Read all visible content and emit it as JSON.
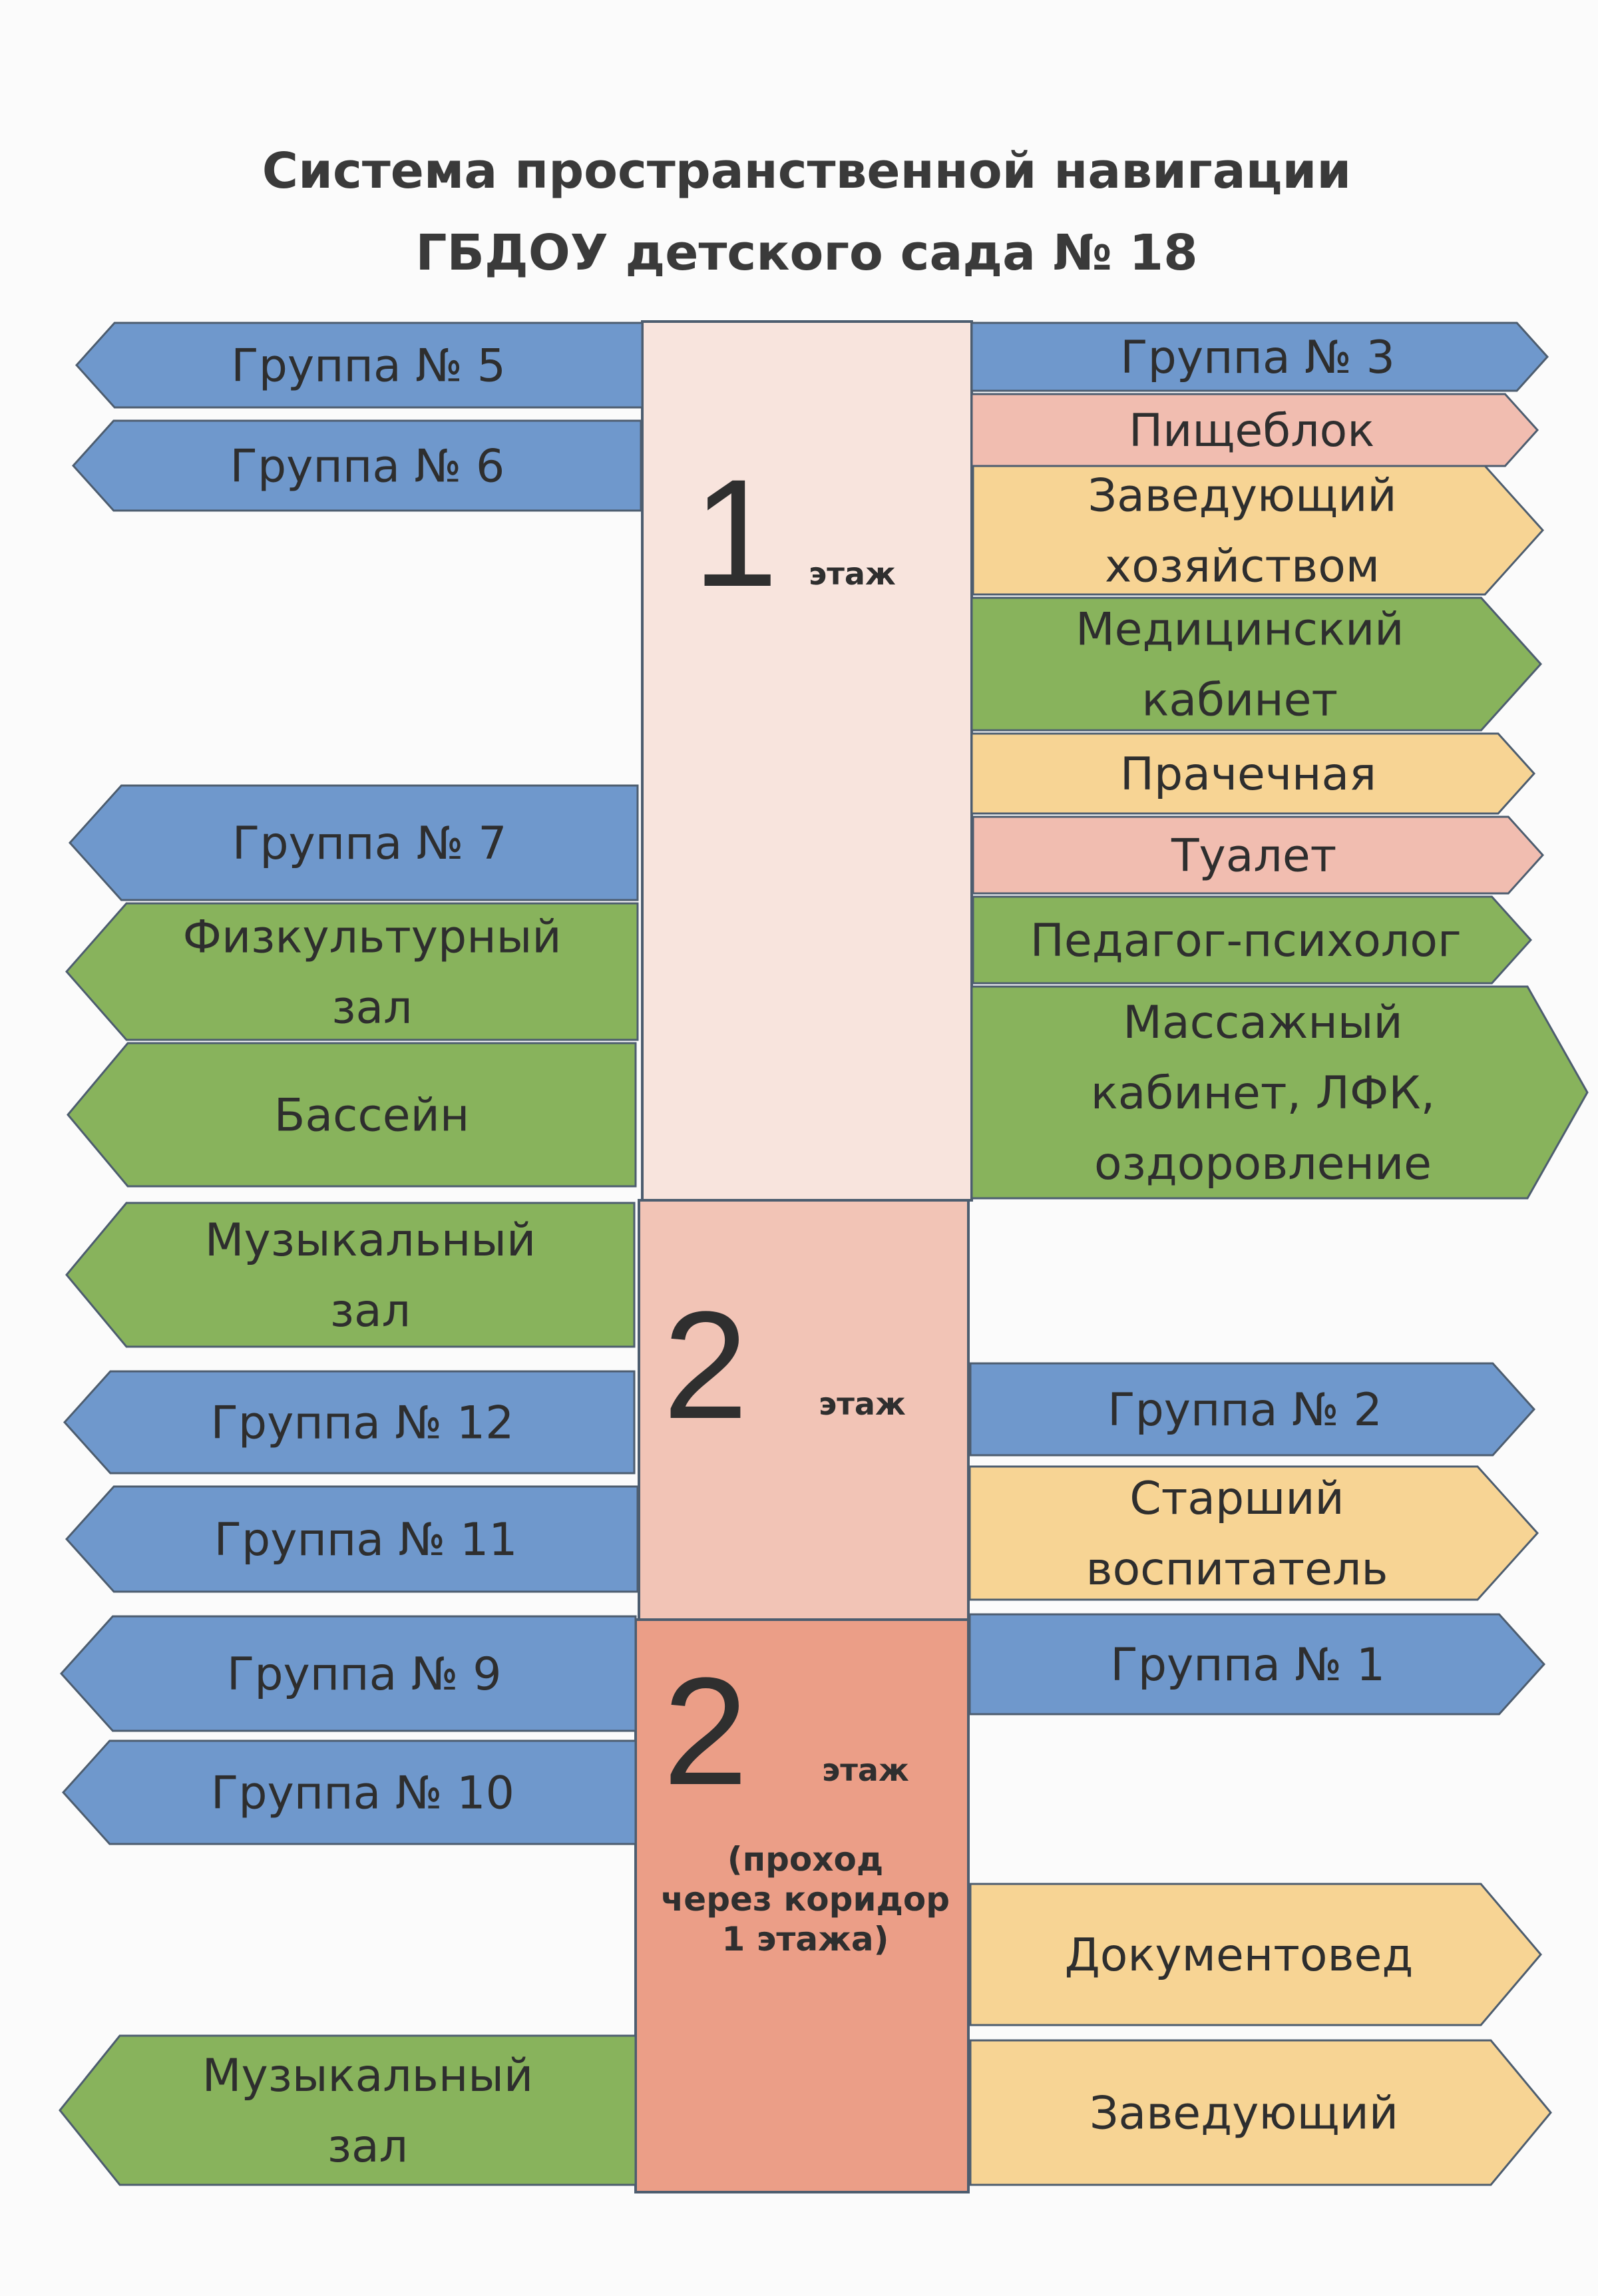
{
  "title": {
    "line1": "Система пространственной навигации",
    "line2": "ГБДОУ детского сада № 18"
  },
  "colors": {
    "group": "#6f98cc",
    "green": "#88b35c",
    "orange": "#f7d494",
    "pink": "#f1bdb0",
    "floor1": "#f8e4dd",
    "floor2": "#f2c4b6",
    "floor2b": "#eb9e87",
    "border": "#4d5d6f"
  },
  "floors": [
    {
      "id": "floor1",
      "number": "1",
      "word": "этаж",
      "note": []
    },
    {
      "id": "floor2",
      "number": "2",
      "word": "этаж",
      "note": []
    },
    {
      "id": "floor2b",
      "number": "2",
      "word": "этаж",
      "note": [
        "(проход",
        "через коридор",
        "1 этажа)"
      ]
    }
  ],
  "signs": [
    {
      "id": "group-5",
      "side": "left",
      "kind": "group",
      "lines": [
        "Группа № 5"
      ]
    },
    {
      "id": "group-6",
      "side": "left",
      "kind": "group",
      "lines": [
        "Группа № 6"
      ]
    },
    {
      "id": "group-7",
      "side": "left",
      "kind": "group",
      "lines": [
        "Группа № 7"
      ]
    },
    {
      "id": "gym",
      "side": "left",
      "kind": "green",
      "lines": [
        "Физкультурный",
        "зал"
      ]
    },
    {
      "id": "pool",
      "side": "left",
      "kind": "green",
      "lines": [
        "Бассейн"
      ]
    },
    {
      "id": "music-hall-1",
      "side": "left",
      "kind": "green",
      "lines": [
        "Музыкальный",
        "зал"
      ]
    },
    {
      "id": "group-12",
      "side": "left",
      "kind": "group",
      "lines": [
        "Группа № 12"
      ]
    },
    {
      "id": "group-11",
      "side": "left",
      "kind": "group",
      "lines": [
        "Группа № 11"
      ]
    },
    {
      "id": "group-9",
      "side": "left",
      "kind": "group",
      "lines": [
        "Группа № 9"
      ]
    },
    {
      "id": "group-10",
      "side": "left",
      "kind": "group",
      "lines": [
        "Группа № 10"
      ]
    },
    {
      "id": "music-hall-2",
      "side": "left",
      "kind": "green",
      "lines": [
        "Музыкальный",
        "зал"
      ]
    },
    {
      "id": "group-3",
      "side": "right",
      "kind": "group",
      "lines": [
        "Группа № 3"
      ]
    },
    {
      "id": "kitchen",
      "side": "right",
      "kind": "pink",
      "lines": [
        "Пищеблок"
      ]
    },
    {
      "id": "supply-manager",
      "side": "right",
      "kind": "orange",
      "lines": [
        "Заведующий",
        "хозяйством"
      ]
    },
    {
      "id": "medical-office",
      "side": "right",
      "kind": "green",
      "lines": [
        "Медицинский",
        "кабинет"
      ]
    },
    {
      "id": "laundry",
      "side": "right",
      "kind": "orange",
      "lines": [
        "Прачечная"
      ]
    },
    {
      "id": "toilet",
      "side": "right",
      "kind": "pink",
      "lines": [
        "Туалет"
      ]
    },
    {
      "id": "psychologist",
      "side": "right",
      "kind": "green",
      "lines": [
        "Педагог-психолог"
      ]
    },
    {
      "id": "massage",
      "side": "right",
      "kind": "green",
      "lines": [
        "Массажный",
        "кабинет, ЛФК,",
        "оздоровление"
      ]
    },
    {
      "id": "group-2",
      "side": "right",
      "kind": "group",
      "lines": [
        "Группа № 2"
      ]
    },
    {
      "id": "senior-teacher",
      "side": "right",
      "kind": "orange",
      "lines": [
        "Старший",
        "воспитатель"
      ]
    },
    {
      "id": "group-1",
      "side": "right",
      "kind": "group",
      "lines": [
        "Группа № 1"
      ]
    },
    {
      "id": "documentation-officer",
      "side": "right",
      "kind": "orange",
      "lines": [
        "Документовед"
      ]
    },
    {
      "id": "head",
      "side": "right",
      "kind": "orange",
      "lines": [
        "Заведующий"
      ]
    }
  ]
}
